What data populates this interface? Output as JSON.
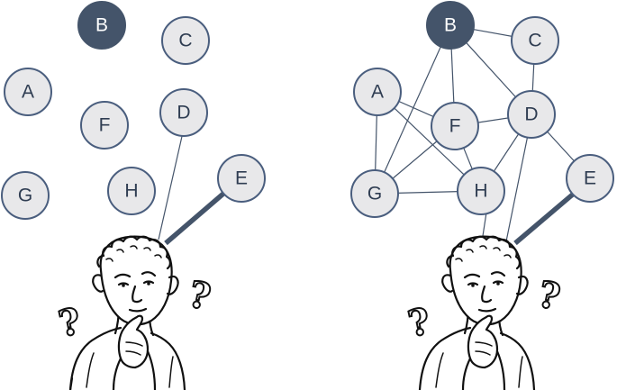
{
  "panels": {
    "left": {
      "nodes": [
        {
          "id": "B",
          "label": "B",
          "highlight": true
        },
        {
          "id": "C",
          "label": "C"
        },
        {
          "id": "A",
          "label": "A"
        },
        {
          "id": "D",
          "label": "D"
        },
        {
          "id": "F",
          "label": "F"
        },
        {
          "id": "E",
          "label": "E"
        },
        {
          "id": "G",
          "label": "G"
        },
        {
          "id": "H",
          "label": "H"
        }
      ],
      "connections": [
        {
          "from": "person",
          "to": "D",
          "style": "thin"
        },
        {
          "from": "person",
          "to": "E",
          "style": "thick"
        }
      ]
    },
    "right": {
      "nodes": [
        {
          "id": "B",
          "label": "B",
          "highlight": true
        },
        {
          "id": "C",
          "label": "C"
        },
        {
          "id": "A",
          "label": "A"
        },
        {
          "id": "F",
          "label": "F"
        },
        {
          "id": "D",
          "label": "D"
        },
        {
          "id": "E",
          "label": "E"
        },
        {
          "id": "G",
          "label": "G"
        },
        {
          "id": "H",
          "label": "H"
        }
      ],
      "edges": [
        [
          "B",
          "C"
        ],
        [
          "B",
          "D"
        ],
        [
          "B",
          "F"
        ],
        [
          "B",
          "G"
        ],
        [
          "C",
          "D"
        ],
        [
          "A",
          "F"
        ],
        [
          "A",
          "G"
        ],
        [
          "A",
          "H"
        ],
        [
          "F",
          "D"
        ],
        [
          "F",
          "G"
        ],
        [
          "F",
          "H"
        ],
        [
          "D",
          "H"
        ],
        [
          "D",
          "E"
        ],
        [
          "G",
          "H"
        ]
      ],
      "connections": [
        {
          "from": "person",
          "to": "H",
          "style": "thin"
        },
        {
          "from": "person",
          "to": "D",
          "style": "thin"
        },
        {
          "from": "person",
          "to": "E",
          "style": "thick"
        }
      ]
    }
  },
  "question_mark": "?"
}
